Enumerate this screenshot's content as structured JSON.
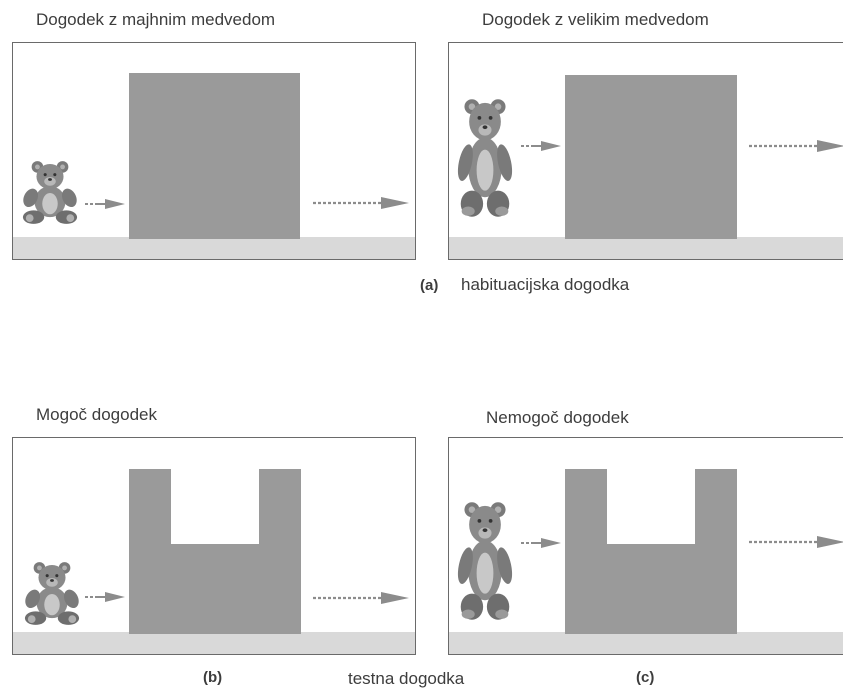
{
  "panels": {
    "small_bear_event": {
      "title": "Dogodek z majhnim medvedom"
    },
    "large_bear_event": {
      "title": "Dogodek z velikim medvedom"
    },
    "possible_event": {
      "title": "Mogoč dogodek"
    },
    "impossible_event": {
      "title": "Nemogoč dogodek"
    }
  },
  "captions": {
    "a_letter": "(a)",
    "a_text": "habituacijska dogodka",
    "b_letter": "(b)",
    "test_text": "testna dogodka",
    "c_letter": "(c)"
  },
  "colors": {
    "screen": "#9a9a9a",
    "floor": "#d9d9d9",
    "border": "#6a6a6a",
    "bear_body": "#8a8a8a",
    "bear_belly": "#c8c8c8",
    "arrow": "#8c8c8c"
  },
  "icons": {
    "bear": "teddy-bear-icon",
    "arrow_solid": "short-arrow-icon",
    "arrow_dotted": "dotted-arrow-icon"
  }
}
